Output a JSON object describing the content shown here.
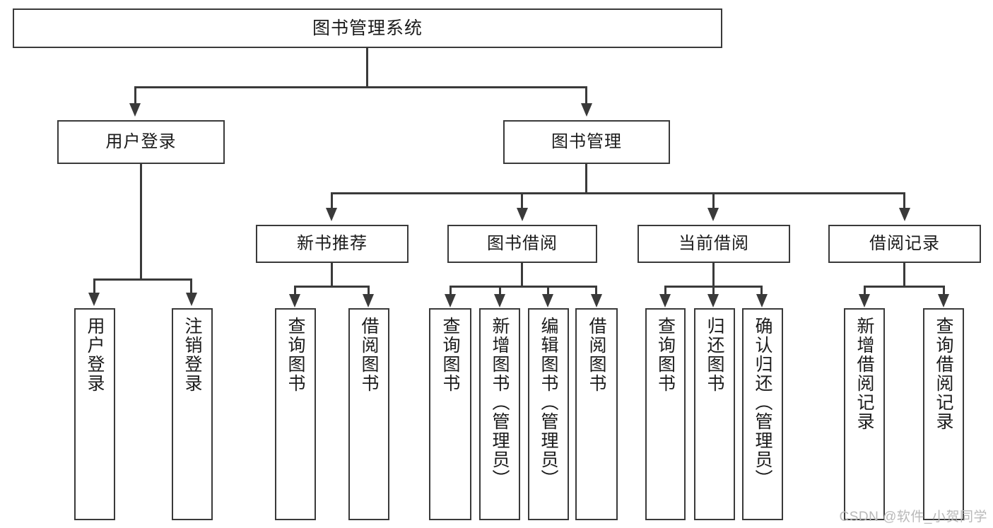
{
  "diagram": {
    "title": "图书管理系统",
    "type": "tree",
    "root": {
      "label": "图书管理系统"
    },
    "level2": [
      {
        "label": "用户登录"
      },
      {
        "label": "图书管理"
      }
    ],
    "level3": [
      {
        "label": "新书推荐"
      },
      {
        "label": "图书借阅"
      },
      {
        "label": "当前借阅"
      },
      {
        "label": "借阅记录"
      }
    ],
    "leaves": {
      "user_login": [
        {
          "label": "用户登录"
        },
        {
          "label": "注销登录"
        }
      ],
      "new_book_recommend": [
        {
          "label": "查询图书"
        },
        {
          "label": "借阅图书"
        }
      ],
      "book_borrow": [
        {
          "label": "查询图书"
        },
        {
          "label": "新增图书（管理员）"
        },
        {
          "label": "编辑图书（管理员）"
        },
        {
          "label": "借阅图书"
        }
      ],
      "current_borrow": [
        {
          "label": "查询图书"
        },
        {
          "label": "归还图书"
        },
        {
          "label": "确认归还（管理员）"
        }
      ],
      "borrow_record": [
        {
          "label": "新增借阅记录"
        },
        {
          "label": "查询借阅记录"
        }
      ]
    }
  },
  "watermark": {
    "text": "CSDN @软件_小贺同学"
  },
  "colors": {
    "stroke": "#3a3a3a",
    "fill": "#ffffff",
    "text": "#1b1b1b",
    "watermark": "#b9b9b9"
  }
}
